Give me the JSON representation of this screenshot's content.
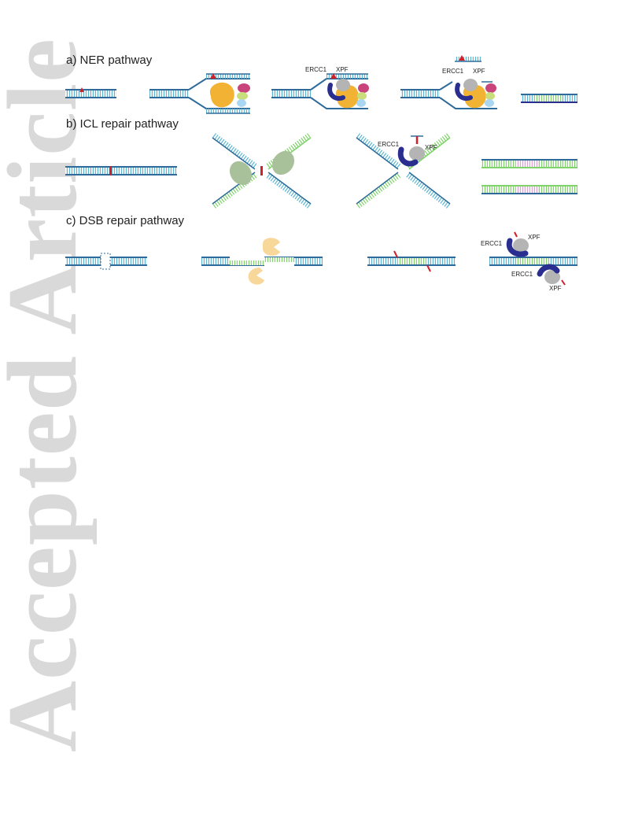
{
  "watermark": "Accepted Article",
  "sections": {
    "a": {
      "title": "a) NER pathway"
    },
    "b": {
      "title": "b) ICL repair pathway"
    },
    "c": {
      "title": "c) DSB repair pathway"
    }
  },
  "proteins": {
    "ercc1": "ERCC1",
    "xpf": "XPF"
  },
  "colors": {
    "dna_blue": "#2e6b9a",
    "rung_cyan": "#5bb6cf",
    "repair_green": "#7fd36a",
    "ercc1_navy": "#2a2f8f",
    "xpf_gray": "#b4b4b4",
    "lesion_red": "#d0202a",
    "ner_orange": "#f2b233",
    "ner_magenta": "#c9447a",
    "ner_lime": "#c9de7a",
    "ner_lightblue": "#a9d6f0",
    "icl_sage": "#a9c19a",
    "dsb_peach": "#f8d79a",
    "pink": "#e0a2d6"
  }
}
